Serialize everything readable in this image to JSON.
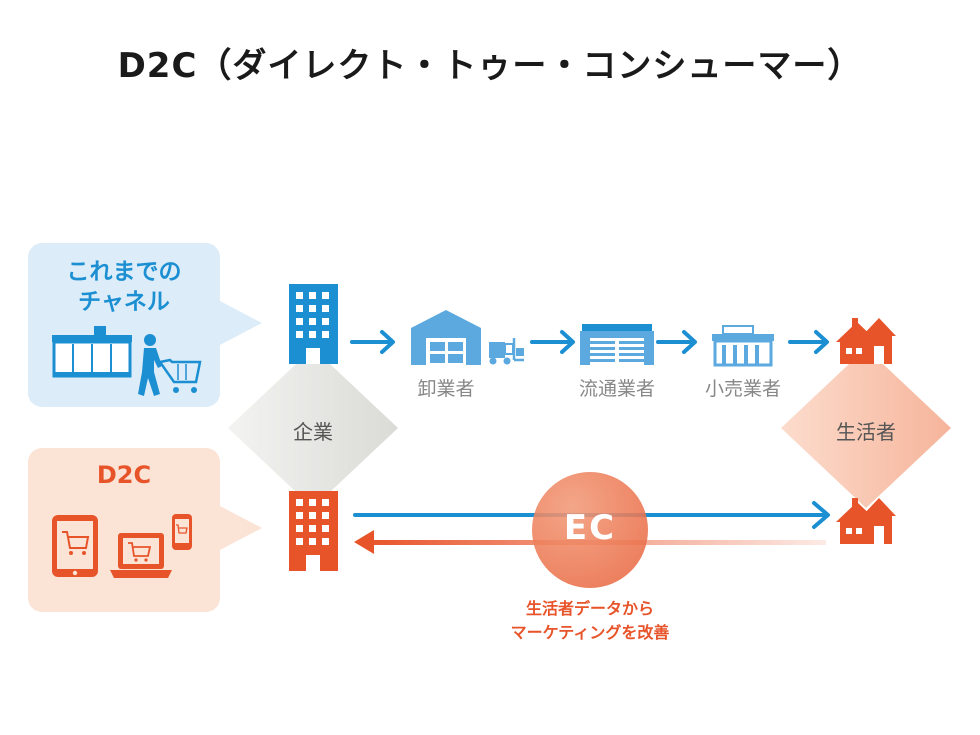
{
  "title": "D2C（ダイレクト・トゥー・コンシューマー）",
  "traditional": {
    "label_line1": "これまでの",
    "label_line2": "チャネル"
  },
  "d2c": {
    "label": "D2C"
  },
  "company": {
    "label": "企業"
  },
  "consumer": {
    "label": "生活者"
  },
  "chain": {
    "wholesaler": "卸業者",
    "distributor": "流通業者",
    "retailer": "小売業者"
  },
  "ec": {
    "label": "EC",
    "caption_line1": "生活者データから",
    "caption_line2": "マーケティングを改善"
  },
  "colors": {
    "blue": "#1c8fd3",
    "orange": "#e8542a",
    "light_blue": "#dcedf9",
    "light_orange": "#fbe3d6",
    "gray": "#888888"
  },
  "icons": [
    "convenience-store-icon",
    "shopper-with-cart-icon",
    "building-icon",
    "warehouse-icon",
    "forklift-icon",
    "factory-icon",
    "store-icon",
    "houses-icon",
    "tablet-cart-icon",
    "laptop-cart-icon",
    "smartphone-cart-icon"
  ]
}
